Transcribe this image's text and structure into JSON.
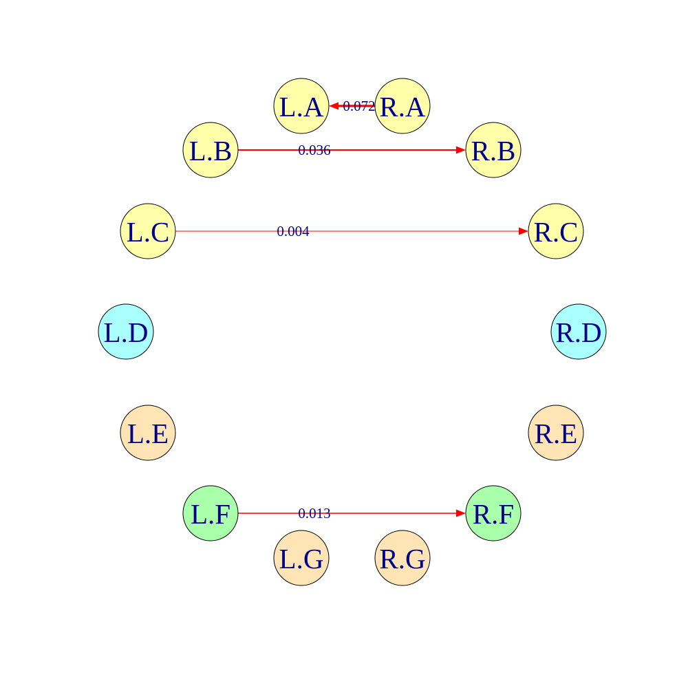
{
  "palette": {
    "yellow": "#ffffaa",
    "cyan": "#aaffff",
    "orange": "#ffe4b5",
    "green": "#aaffaa",
    "edge": "#ff0000",
    "text": "#00008b",
    "outline": "#000000"
  },
  "nodes": [
    {
      "id": "LA",
      "label": "L.A",
      "color": "yellow"
    },
    {
      "id": "RA",
      "label": "R.A",
      "color": "yellow"
    },
    {
      "id": "LB",
      "label": "L.B",
      "color": "yellow"
    },
    {
      "id": "RB",
      "label": "R.B",
      "color": "yellow"
    },
    {
      "id": "LC",
      "label": "L.C",
      "color": "yellow"
    },
    {
      "id": "RC",
      "label": "R.C",
      "color": "yellow"
    },
    {
      "id": "LD",
      "label": "L.D",
      "color": "cyan"
    },
    {
      "id": "RD",
      "label": "R.D",
      "color": "cyan"
    },
    {
      "id": "LE",
      "label": "L.E",
      "color": "orange"
    },
    {
      "id": "RE",
      "label": "R.E",
      "color": "orange"
    },
    {
      "id": "LF",
      "label": "L.F",
      "color": "green"
    },
    {
      "id": "RF",
      "label": "R.F",
      "color": "green"
    },
    {
      "id": "LG",
      "label": "L.G",
      "color": "orange"
    },
    {
      "id": "RG",
      "label": "R.G",
      "color": "orange"
    }
  ],
  "edges": [
    {
      "from": "RA",
      "to": "LA",
      "label": "0.072",
      "weight": 0.072
    },
    {
      "from": "LB",
      "to": "RB",
      "label": "0.036",
      "weight": 0.036
    },
    {
      "from": "LC",
      "to": "RC",
      "label": "0.004",
      "weight": 0.004
    },
    {
      "from": "LF",
      "to": "RF",
      "label": "0.013",
      "weight": 0.013
    }
  ]
}
